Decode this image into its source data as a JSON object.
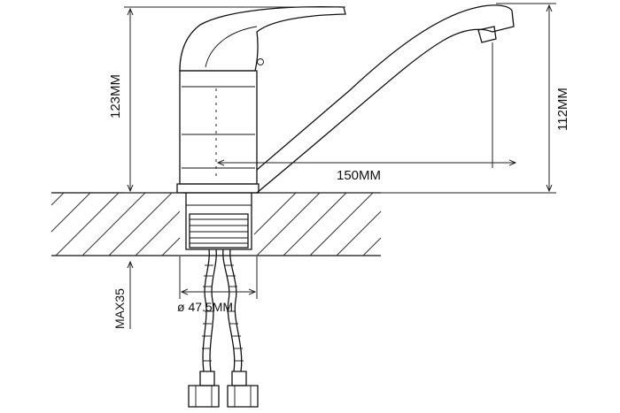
{
  "dimensions": {
    "total_height": "123MM",
    "spout_height": "112MM",
    "spout_reach": "150MM",
    "base_diameter": "ø 47.5MM",
    "max_thickness": "MAX35"
  },
  "colors": {
    "line": "#111111",
    "background": "#ffffff"
  }
}
